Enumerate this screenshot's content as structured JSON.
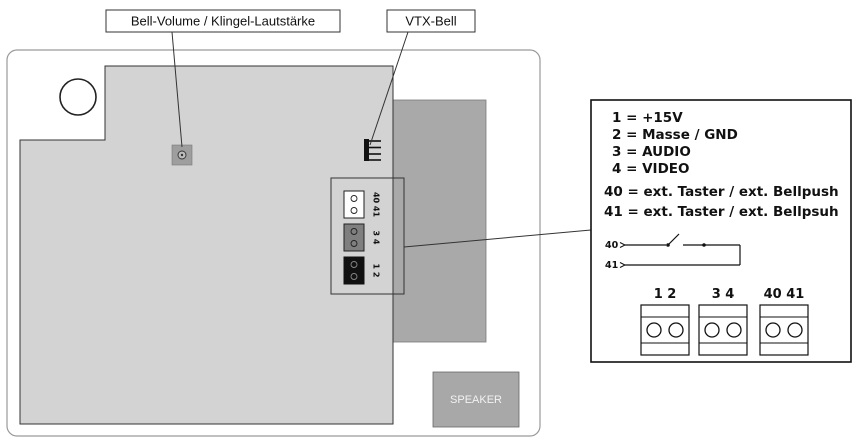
{
  "callouts": {
    "bell_volume": "Bell-Volume / Klingel-Lautstärke",
    "vtx_bell": "VTX-Bell"
  },
  "board": {
    "connector_labels": [
      "40 41",
      "3 4",
      "1 2"
    ],
    "speaker_label": "SPEAKER"
  },
  "legend": {
    "lines": [
      "1 = +15V",
      "2 = Masse / GND",
      "3 = AUDIO",
      "4 = VIDEO",
      "40 = ext. Taster / ext. Bellpush",
      "41 = ext. Taster / ext. Bellpsuh"
    ],
    "switch_wires": [
      "40",
      "41"
    ],
    "terminal_blocks": [
      {
        "label": "1 2"
      },
      {
        "label": "3 4"
      },
      {
        "label": "40 41"
      }
    ]
  },
  "colors": {
    "board_fill": "#d3d3d3",
    "side_strip": "#a9a9a9",
    "speaker_fill": "#a8a8a8",
    "line": "#222222"
  }
}
